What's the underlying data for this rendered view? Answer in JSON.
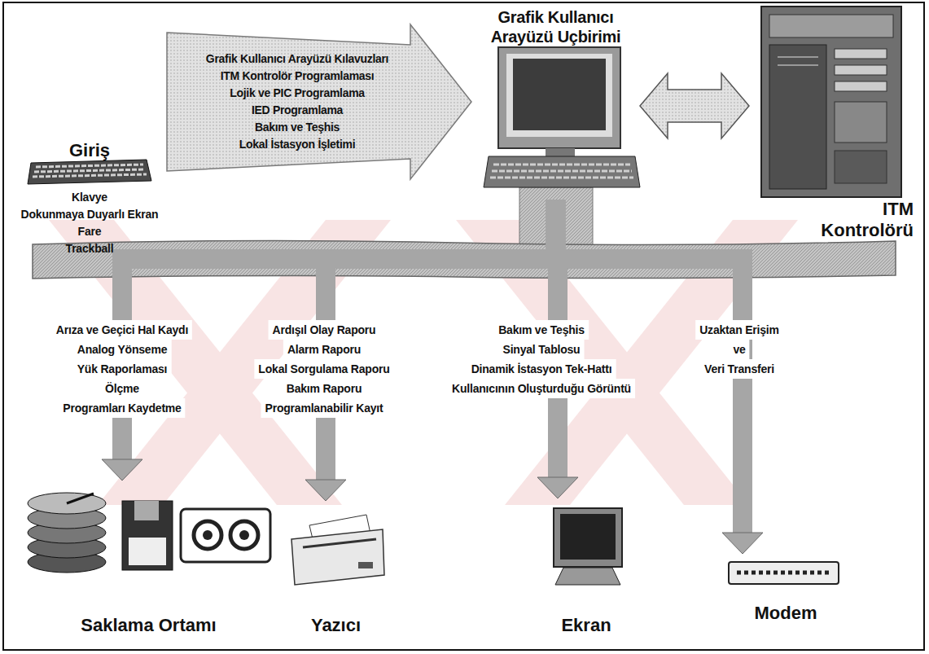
{
  "diagram": {
    "nodes": [
      {
        "text": [
          "Giriş",
          "Klavye",
          "Dokunmaya Duyarlı Ekran",
          "Fare",
          "Trackball"
        ]
      },
      {
        "text": [
          "Grafik Kullanıcı Arayüzü Uçbirimi"
        ]
      },
      {
        "text": [
          "ITM Kontrolörü"
        ]
      },
      {
        "text": [
          "Saklama Ortamı"
        ]
      },
      {
        "text": [
          "Yazıcı"
        ]
      },
      {
        "text": [
          "Ekran"
        ]
      },
      {
        "text": [
          "Modem"
        ]
      }
    ],
    "edges": [
      {
        "from": 0,
        "to": 1,
        "arrow": "to"
      },
      {
        "from": 1,
        "to": 2,
        "arrow": "both"
      },
      {
        "from": 1,
        "to": 3,
        "arrow": "to"
      },
      {
        "from": 1,
        "to": 4,
        "arrow": "to"
      },
      {
        "from": 1,
        "to": 5,
        "arrow": "to"
      },
      {
        "from": 1,
        "to": 6,
        "arrow": "to"
      }
    ],
    "labels": [
      "Grafik Kullanıcı Arayüzü Kılavuzları",
      "ITM Kontrolör Programlaması",
      "Lojik ve PIC Programlama",
      "IED Programlama",
      "Bakım ve Teşhis",
      "Lokal İstasyon İşletimi",
      "Arıza ve Geçici Hal Kaydı",
      "Analog Yönseme",
      "Yük Raporlaması",
      "Ölçme",
      "Programları Kaydetme",
      "Ardışıl Olay Raporu",
      "Alarm Raporu",
      "Lokal Sorgulama Raporu",
      "Bakım Raporu",
      "Programlanabilir Kayıt",
      "Bakım ve Teşhis",
      "Sinyal Tablosu",
      "Dinamik İstasyon Tek-Hattı",
      "Kullanıcının Oluşturduğu Görüntü",
      "Uzaktan Erişim",
      "ve",
      "Veri Transferi"
    ]
  }
}
